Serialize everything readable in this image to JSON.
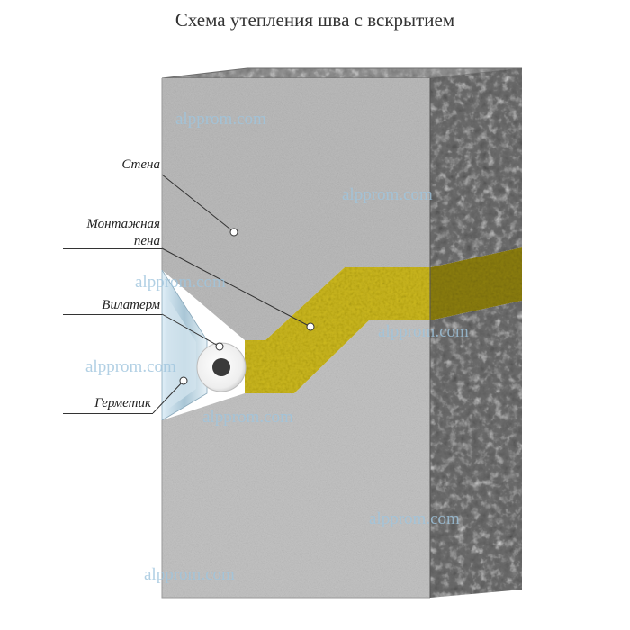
{
  "title": "Схема утепления шва с вскрытием",
  "labels": {
    "wall": "Стена",
    "foam_line1": "Монтажная",
    "foam_line2": "пена",
    "vilaterm": "Вилатерм",
    "hermetic": "Герметик"
  },
  "watermark": "alpprom.com",
  "colors": {
    "concrete_front": "#bdbdbd",
    "concrete_side": "#6b6b6b",
    "concrete_top": "#8c8c8c",
    "foam": "#c9b51a",
    "sealant": "#cfe3ef",
    "vilaterm": "#f4f4f4"
  }
}
